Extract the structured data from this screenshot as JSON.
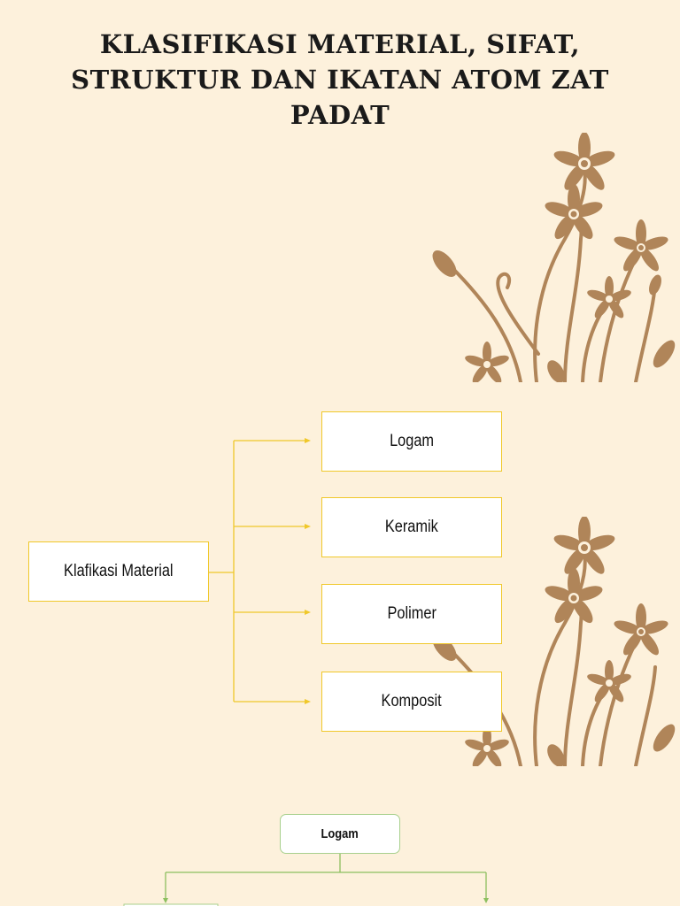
{
  "slide1": {
    "title": "KLASIFIKASI MATERIAL, SIFAT, STRUKTUR DAN IKATAN ATOM ZAT PADAT"
  },
  "slide2": {
    "root": "Klafikasi Material",
    "children": [
      "Logam",
      "Keramik",
      "Polimer",
      "Komposit"
    ]
  },
  "slide3": {
    "top_node": "Logam"
  },
  "colors": {
    "background": "#fdf1dc",
    "floral": "#b08559",
    "box_border_yellow": "#f0c82a",
    "box_border_green": "#a8d08d"
  },
  "icons": [
    "floral-ornament-icon"
  ]
}
